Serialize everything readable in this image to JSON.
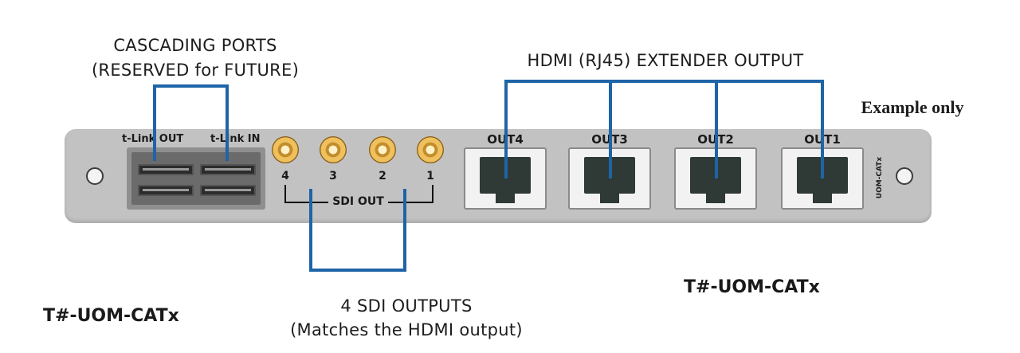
{
  "annotations": {
    "cascading_title": "CASCADING PORTS",
    "cascading_sub": "(RESERVED for FUTURE)",
    "hdmi_title": "HDMI (RJ45) EXTENDER OUTPUT",
    "example_note": "Example only",
    "sdi_title": "4 SDI OUTPUTS",
    "sdi_sub": "(Matches the HDMI output)",
    "model_left": "T#-UOM-CATx",
    "model_right": "T#-UOM-CATx"
  },
  "panel": {
    "tlink_out": "t-Link OUT",
    "tlink_in": "t-Link IN",
    "sdi_label": "SDI OUT",
    "sdi_ports": [
      "4",
      "3",
      "2",
      "1"
    ],
    "rj45_ports": [
      "OUT4",
      "OUT3",
      "OUT2",
      "OUT1"
    ],
    "side_label": "UOM-CATx"
  },
  "colors": {
    "connector_line": "#1e64a6",
    "panel": "#c2c2c2"
  }
}
